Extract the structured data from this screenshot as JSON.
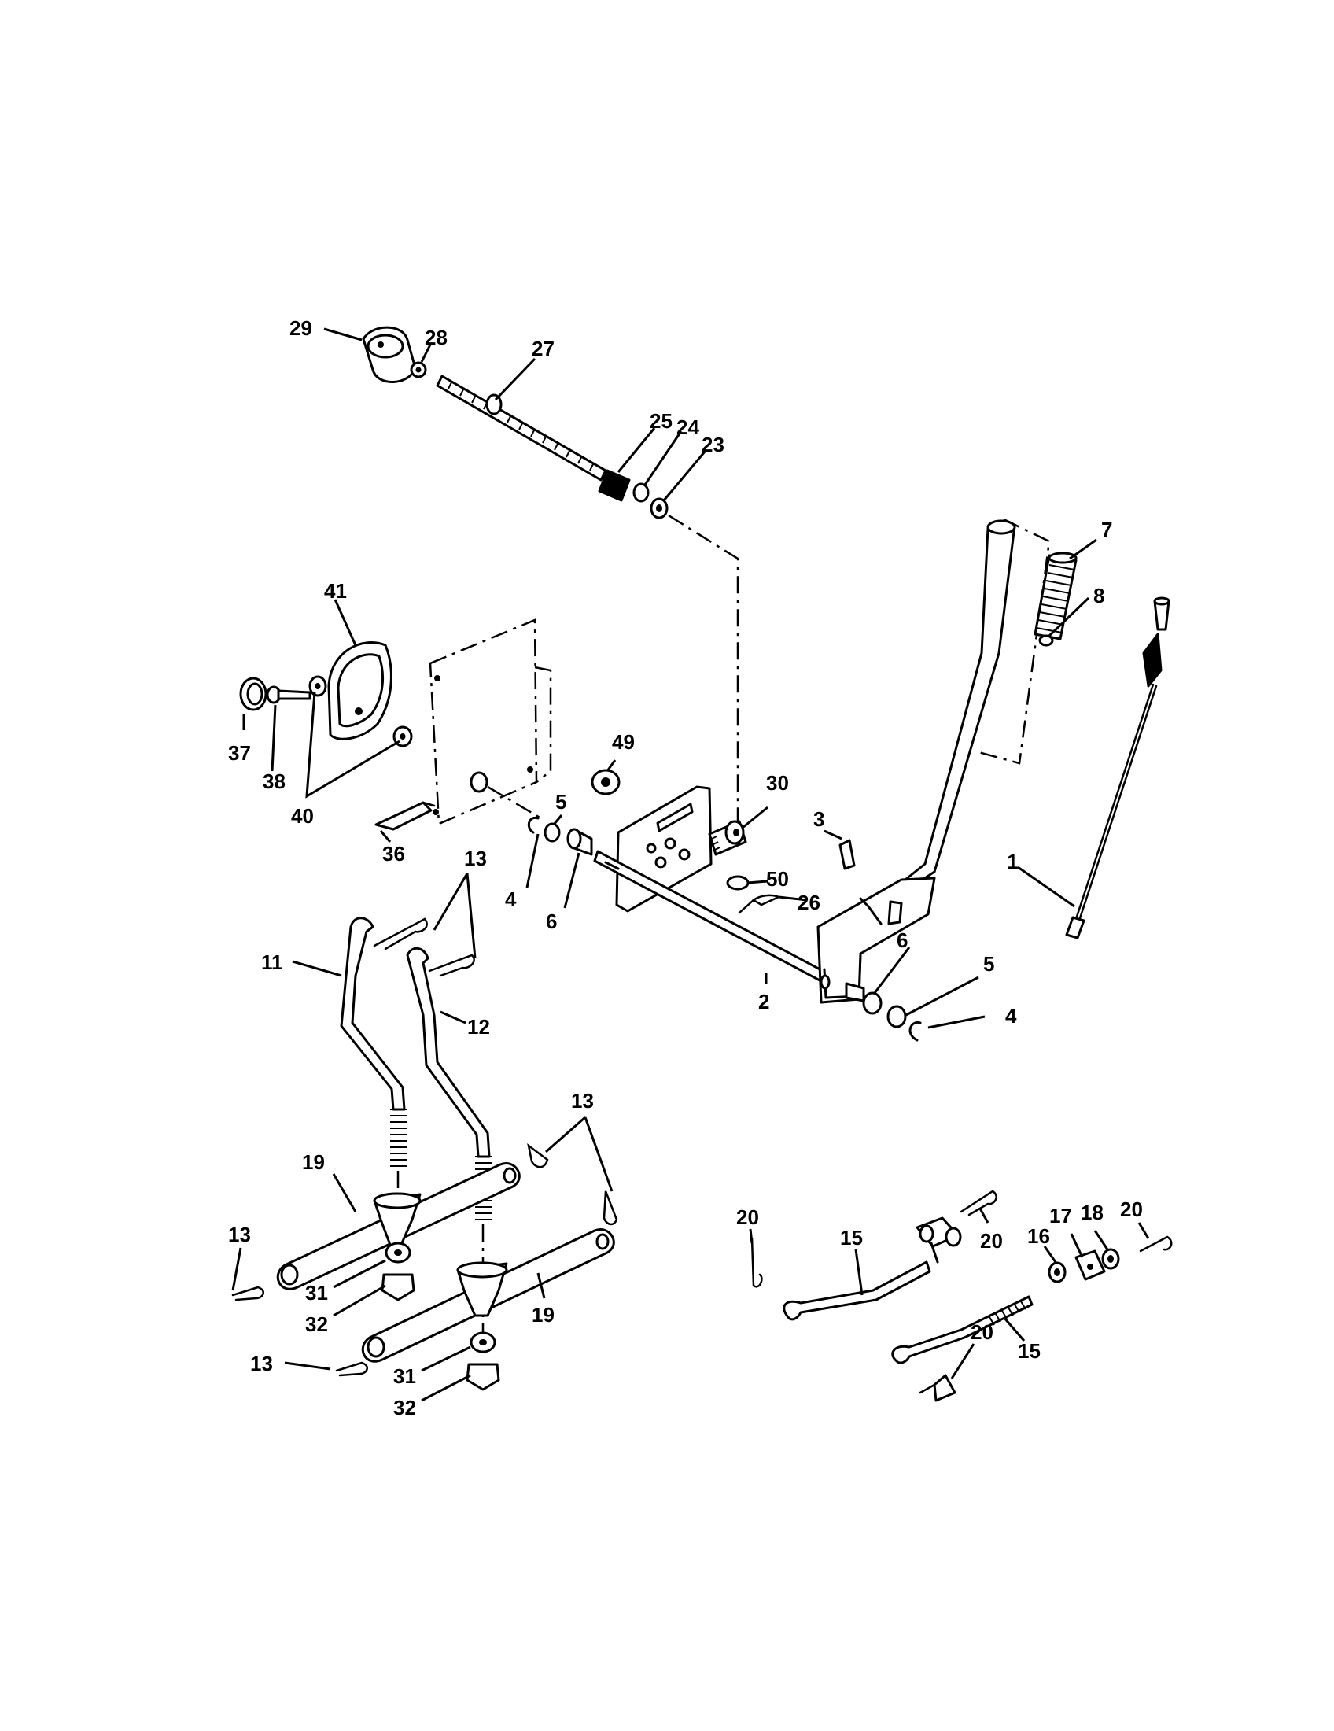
{
  "callouts": {
    "c1": "1",
    "c2": "2",
    "c3": "3",
    "c4a": "4",
    "c4b": "4",
    "c5a": "5",
    "c5b": "5",
    "c6a": "6",
    "c6b": "6",
    "c7": "7",
    "c8": "8",
    "c11": "11",
    "c12": "12",
    "c13a": "13",
    "c13b": "13",
    "c13c": "13",
    "c13d": "13",
    "c15a": "15",
    "c15b": "15",
    "c16": "16",
    "c17": "17",
    "c18": "18",
    "c19a": "19",
    "c19b": "19",
    "c20a": "20",
    "c20b": "20",
    "c20c": "20",
    "c20d": "20",
    "c23": "23",
    "c24": "24",
    "c25": "25",
    "c26": "26",
    "c27": "27",
    "c28": "28",
    "c29": "29",
    "c30": "30",
    "c31a": "31",
    "c31b": "31",
    "c32a": "32",
    "c32b": "32",
    "c36": "36",
    "c37": "37",
    "c38": "38",
    "c40": "40",
    "c41": "41",
    "c49": "49",
    "c50": "50"
  }
}
